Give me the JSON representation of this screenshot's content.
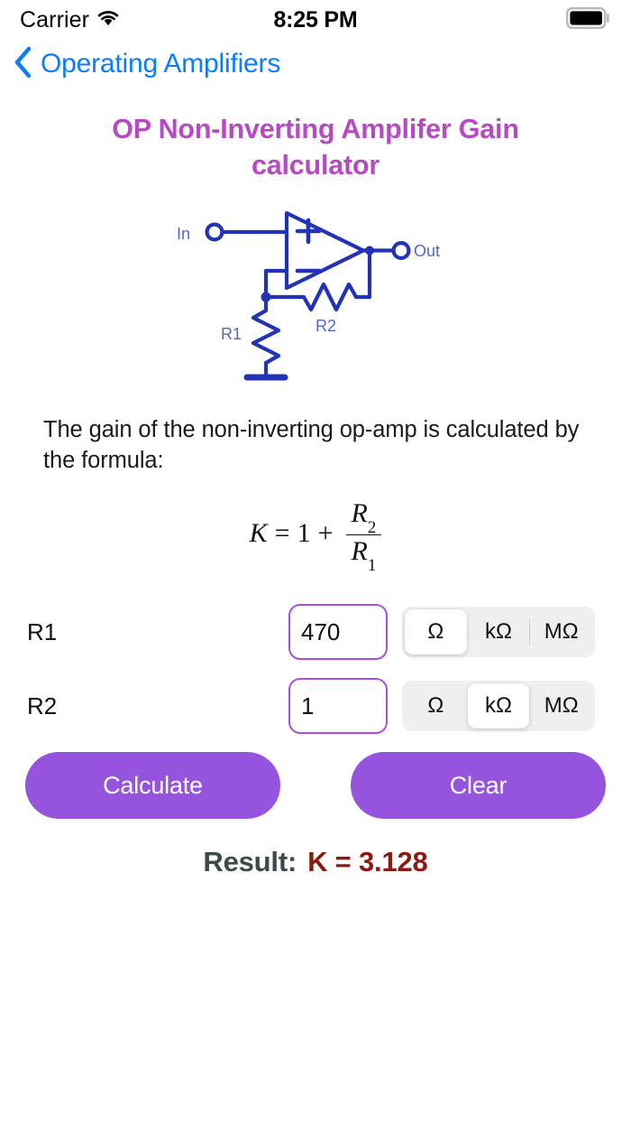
{
  "status_bar": {
    "carrier": "Carrier",
    "wifi_icon": "wifi-icon",
    "time": "8:25 PM",
    "battery_icon": "battery-full-icon"
  },
  "nav_bar": {
    "back_icon": "chevron-left-icon",
    "back_label": "Operating Amplifiers",
    "accent_color": "#0a7cff"
  },
  "page": {
    "title": "OP Non-Inverting Amplifer Gain calculator",
    "title_color": "#b54ac2"
  },
  "circuit": {
    "name": "non-inverting-op-amp-schematic",
    "color": "#2233b5",
    "label_color": "#5566cc",
    "input_label": "In",
    "output_label": "Out",
    "r1_label": "R1",
    "r2_label": "R2",
    "plus_symbol": "+",
    "minus_symbol": "−"
  },
  "description": {
    "text": "The gain of the non-inverting op-amp is calculated by the formula:"
  },
  "formula": {
    "lhs": "K",
    "equals": "=",
    "one": "1",
    "plus": "+",
    "numerator_base": "R",
    "numerator_sub": "2",
    "denominator_base": "R",
    "denominator_sub": "1",
    "plain": "K = 1 + R2/R1"
  },
  "inputs": {
    "units": [
      "Ω",
      "kΩ",
      "MΩ"
    ],
    "rows": [
      {
        "label": "R1",
        "value": "470",
        "placeholder": "",
        "selected_unit_index": 0
      },
      {
        "label": "R2",
        "value": "1",
        "placeholder": "",
        "selected_unit_index": 1
      }
    ],
    "field_border_color": "#a84fe0"
  },
  "actions": {
    "calculate_label": "Calculate",
    "clear_label": "Clear",
    "button_color": "#9553de"
  },
  "result": {
    "label": "Result:",
    "value": "K = 3.128",
    "label_color": "#3c4a4c",
    "value_color": "#8d1a11"
  }
}
